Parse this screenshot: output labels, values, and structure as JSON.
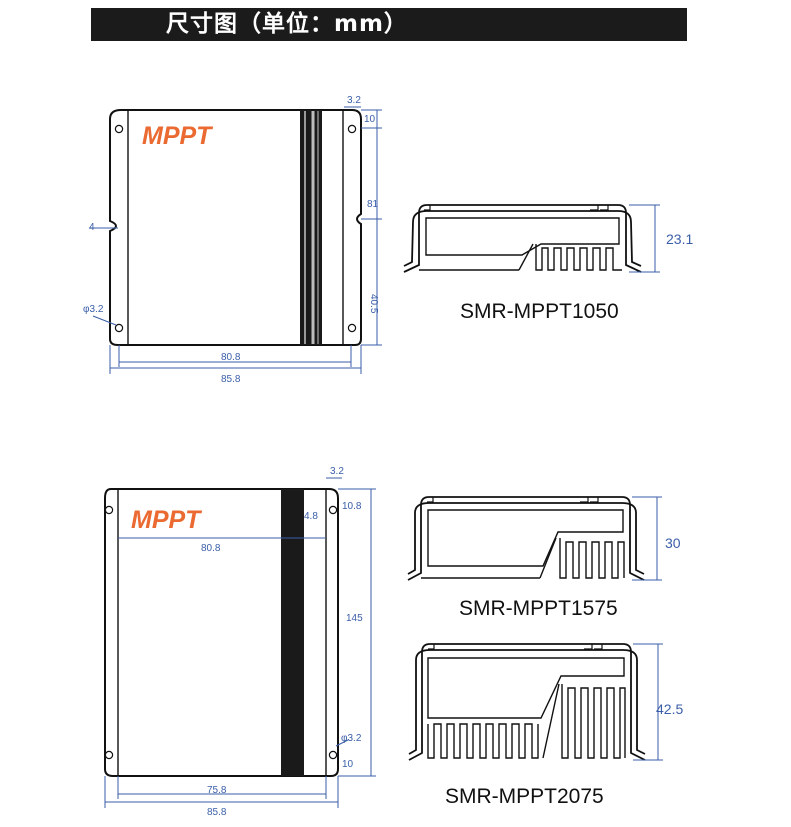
{
  "title": "尺寸图（单位：mm）",
  "brand_label": "MPPT",
  "diagram1": {
    "dims": {
      "hole_offset": "3.2",
      "top_gap": "10",
      "upper_height": "81",
      "notch_depth": "4",
      "lower_height": "40.5",
      "hole_diameter": "φ3.2",
      "inner_width": "80.8",
      "outer_width": "85.8"
    }
  },
  "profile1": {
    "height_label": "23.1",
    "model": "SMR-MPPT1050"
  },
  "diagram2": {
    "dims": {
      "hole_offset": "3.2",
      "top_gap": "10.8",
      "side_gap": "4.8",
      "inner_width": "80.8",
      "height": "145",
      "hole_diameter": "φ3.2",
      "bottom_gap": "10",
      "bottom_inner_width": "75.8",
      "outer_width": "85.8"
    }
  },
  "profile2": {
    "height_label": "30",
    "model": "SMR-MPPT1575"
  },
  "profile3": {
    "height_label": "42.5",
    "model": "SMR-MPPT2075"
  }
}
